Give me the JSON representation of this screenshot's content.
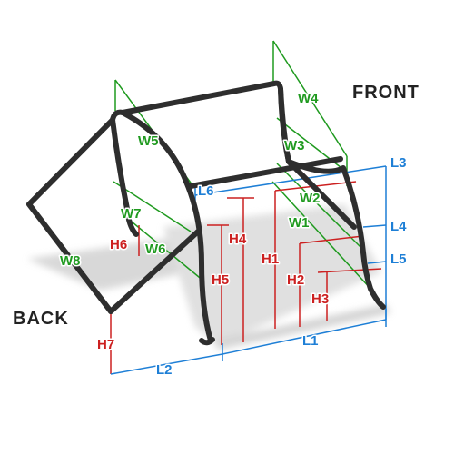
{
  "side_labels": {
    "front": "FRONT",
    "back": "BACK"
  },
  "colors": {
    "width": "#1f9a1f",
    "height": "#cc2020",
    "length": "#1e7fd6",
    "frame": "#2e2e2e",
    "shadow": "#cfcfcf"
  },
  "dimensions": {
    "W1": "W1",
    "W2": "W2",
    "W3": "W3",
    "W4": "W4",
    "W5": "W5",
    "W6": "W6",
    "W7": "W7",
    "W8": "W8",
    "H1": "H1",
    "H2": "H2",
    "H3": "H3",
    "H4": "H4",
    "H5": "H5",
    "H6": "H6",
    "H7": "H7",
    "L1": "L1",
    "L2": "L2",
    "L3": "L3",
    "L4": "L4",
    "L5": "L5",
    "L6": "L6"
  }
}
